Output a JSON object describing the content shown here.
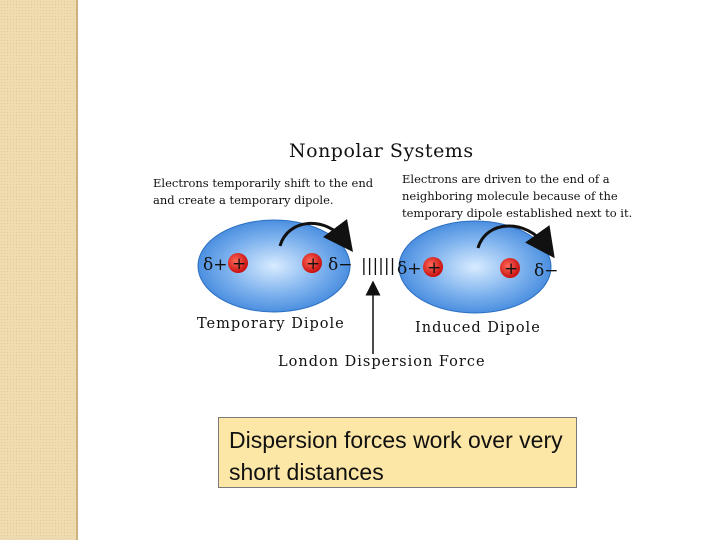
{
  "figure": {
    "title": "Nonpolar Systems",
    "note_left": "Electrons temporarily shift to the end\nand create a temporary dipole.",
    "note_right": "Electrons are driven to the end of a\nneighboring molecule because of the\ntemporary dipole established next to it.",
    "label_temporary": "Temporary Dipole",
    "label_induced": "Induced Dipole",
    "label_london": "London Dispersion Force",
    "symbols": {
      "delta_plus": "δ+",
      "delta_minus": "δ−",
      "nucleus_plus": "+",
      "force_lines": "||||||"
    }
  },
  "callout": {
    "text": "Dispersion forces work over very short distances"
  },
  "colors": {
    "side_band": "#efdcb0",
    "molecule_blue": "#4a8ee0",
    "molecule_core": "#d8ebff",
    "nucleus_red": "#e02020",
    "callout_fill": "#fde7a6"
  }
}
